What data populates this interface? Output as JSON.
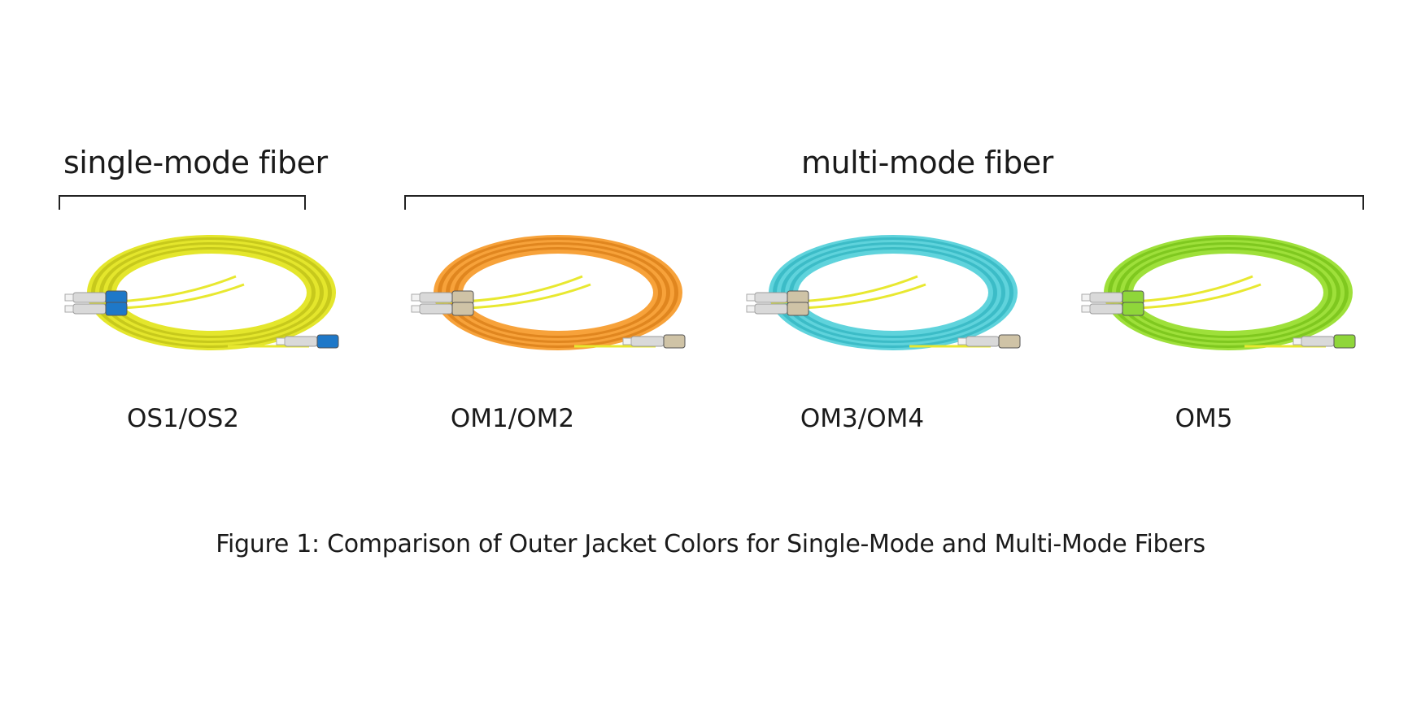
{
  "groups": {
    "single_mode": {
      "label": "single-mode fiber"
    },
    "multi_mode": {
      "label": "multi-mode fiber"
    }
  },
  "cables": [
    {
      "label": "OS1/OS2",
      "jacket_color": "#e4e62c",
      "jacket_dark": "#c7c91c",
      "connector_color": "#1e78c8"
    },
    {
      "label": "OM1/OM2",
      "jacket_color": "#f7a23a",
      "jacket_dark": "#e0861f",
      "connector_color": "#cfc3a6"
    },
    {
      "label": "OM3/OM4",
      "jacket_color": "#5fd3dc",
      "jacket_dark": "#3cbcc7",
      "connector_color": "#cfc3a6"
    },
    {
      "label": "OM5",
      "jacket_color": "#9ee03a",
      "jacket_dark": "#7fc81f",
      "connector_color": "#8fd63a"
    }
  ],
  "caption": "Figure 1: Comparison of Outer Jacket Colors for Single-Mode and Multi-Mode Fibers"
}
